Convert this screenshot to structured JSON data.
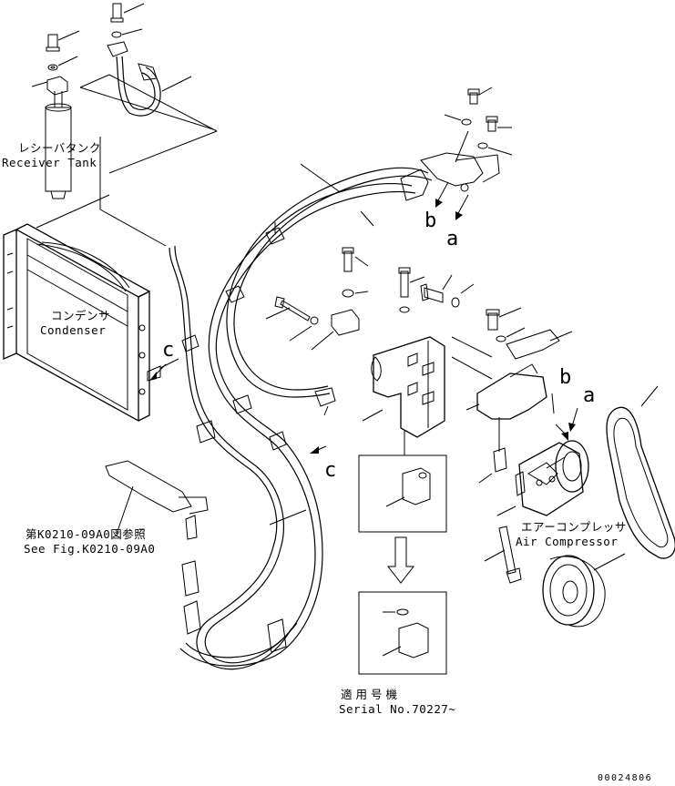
{
  "labels": {
    "receiver_tank_jp": "レシーバタンク",
    "receiver_tank_en": "Receiver Tank",
    "condenser_jp": "コンデンサ",
    "condenser_en": "Condenser",
    "see_fig_jp": "第K0210-09A0図参照",
    "see_fig_en": "See Fig.K0210-09A0",
    "air_compressor_jp": "エアーコンプレッサ",
    "air_compressor_en": "Air Compressor",
    "serial_jp": "適用号機",
    "serial_en": "Serial No.70227~",
    "callout_a1": "a",
    "callout_b1": "b",
    "callout_a2": "a",
    "callout_b2": "b",
    "callout_c1": "c",
    "callout_c2": "c",
    "figure_code": "00024806"
  }
}
